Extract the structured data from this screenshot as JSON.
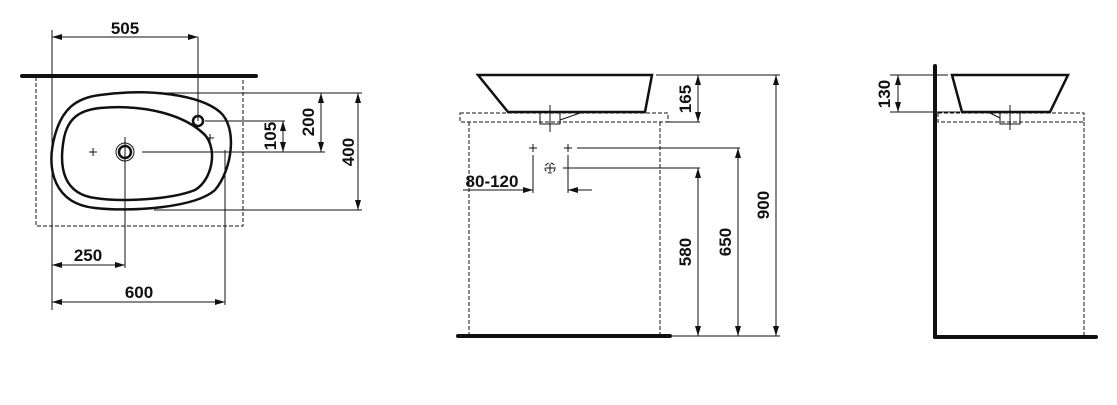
{
  "plan_view": {
    "width_505": "505",
    "depth_105": "105",
    "depth_200": "200",
    "depth_400": "400",
    "offset_250": "250",
    "width_600": "600"
  },
  "front_view": {
    "height_165": "165",
    "spacing_80_120": "80-120",
    "height_580": "580",
    "height_650": "650",
    "height_900": "900"
  },
  "side_view": {
    "height_130": "130"
  }
}
